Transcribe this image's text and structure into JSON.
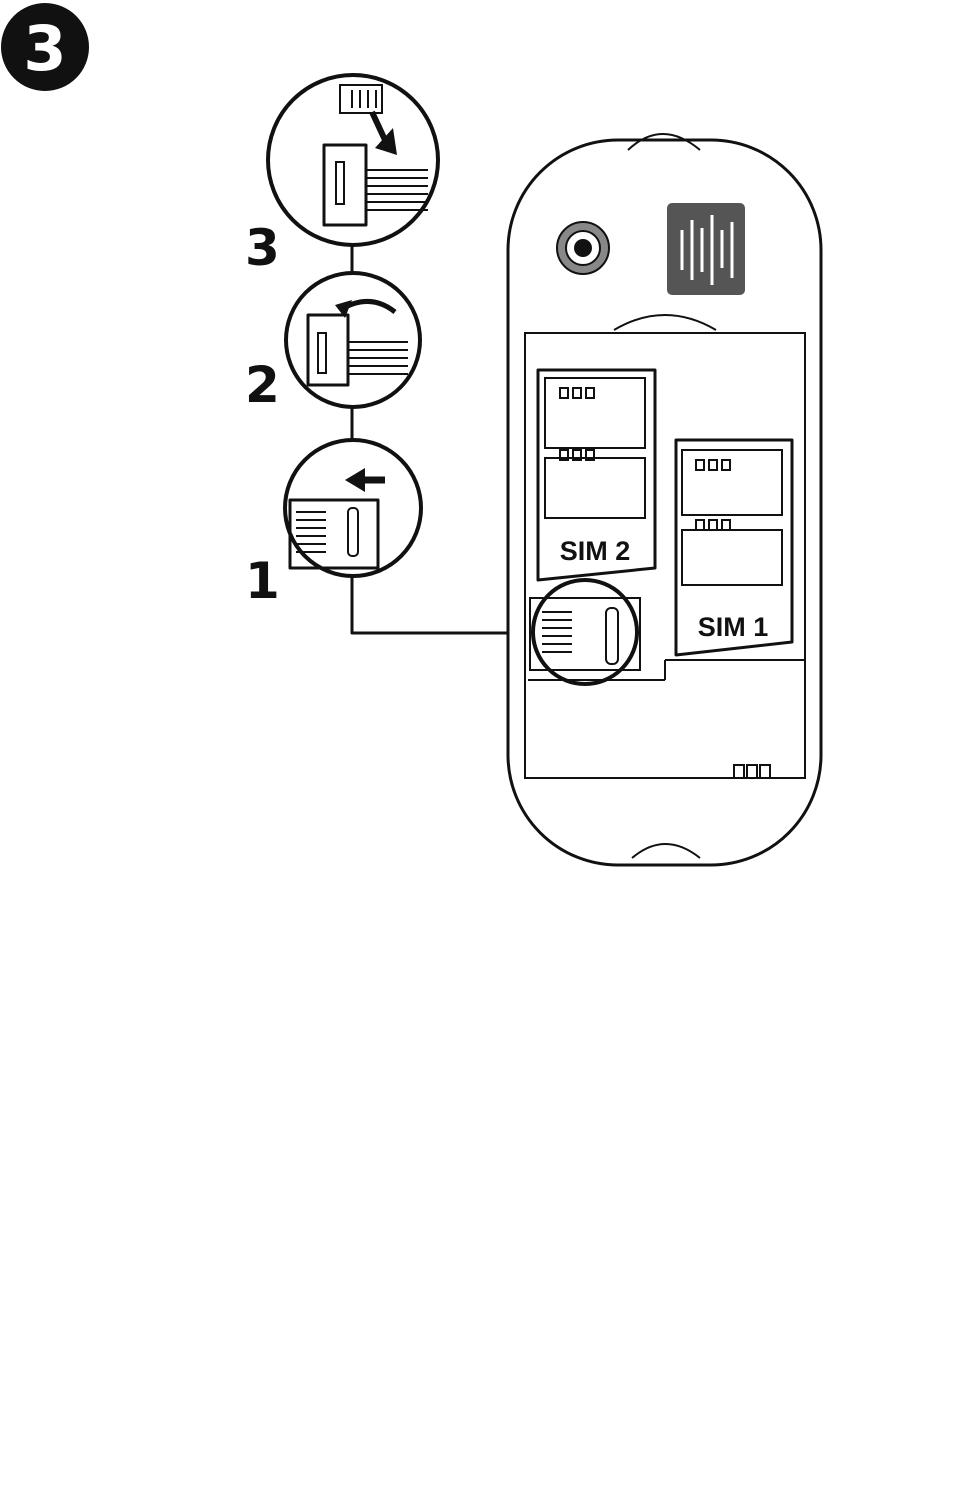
{
  "figure": {
    "figure_number": "3",
    "steps": [
      {
        "number": "3"
      },
      {
        "number": "2"
      },
      {
        "number": "1"
      }
    ],
    "phone": {
      "sim_slot_2_label": "SIM 2",
      "sim_slot_1_label": "SIM 1"
    }
  },
  "colors": {
    "ink": "#111111",
    "speaker_grille": "#555555",
    "background": "#ffffff"
  }
}
